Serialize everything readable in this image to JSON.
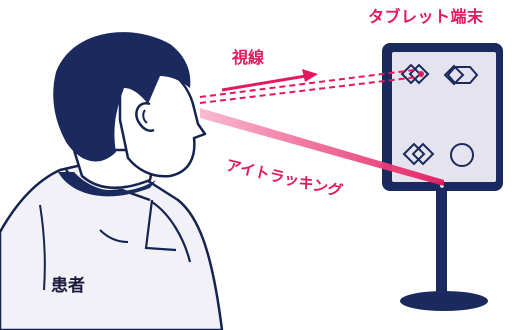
{
  "labels": {
    "tablet": "タブレット端末",
    "gaze": "視線",
    "eye_tracking": "アイトラッキング",
    "patient": "患者"
  },
  "colors": {
    "navy": "#1b2a5e",
    "accent": "#e5185f",
    "screen": "#e4e3ee",
    "outline": "#14244f"
  },
  "icons": [
    "target-diamond-with-dot-icon",
    "diamond-hexagon-icon",
    "double-diamond-icon",
    "circle-icon"
  ]
}
